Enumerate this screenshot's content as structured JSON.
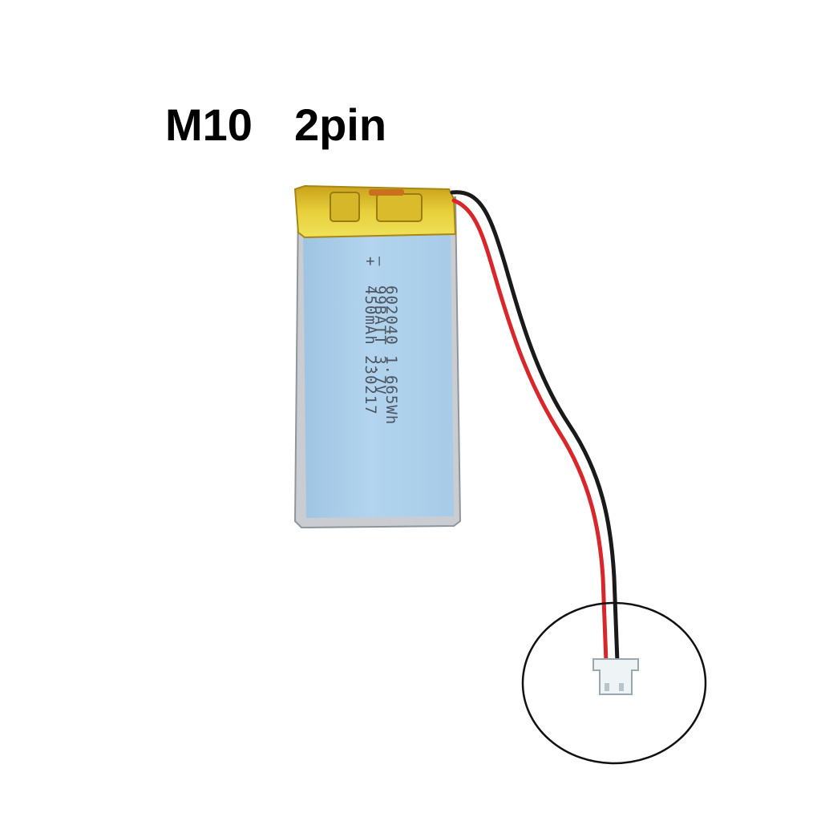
{
  "title": {
    "model": "M10",
    "pins": "2pin"
  },
  "battery_label": {
    "polarity_minus": "—",
    "polarity_plus": "+",
    "line1": "99BATT 3.7V",
    "line2": "602040 1.665Wh",
    "line3": "450mAh 230217"
  },
  "colors": {
    "background": "#ffffff",
    "cell_body": "#aacde8",
    "kapton_tape": "#e9d53a",
    "red_wire": "#d8262a",
    "black_wire": "#1a1a1a",
    "connector": "#eef3f6",
    "highlight_circle": "#111111"
  },
  "icons": {
    "battery": "lipo-battery-cell",
    "connector": "jst-2pin-connector",
    "highlight": "highlight-circle"
  }
}
